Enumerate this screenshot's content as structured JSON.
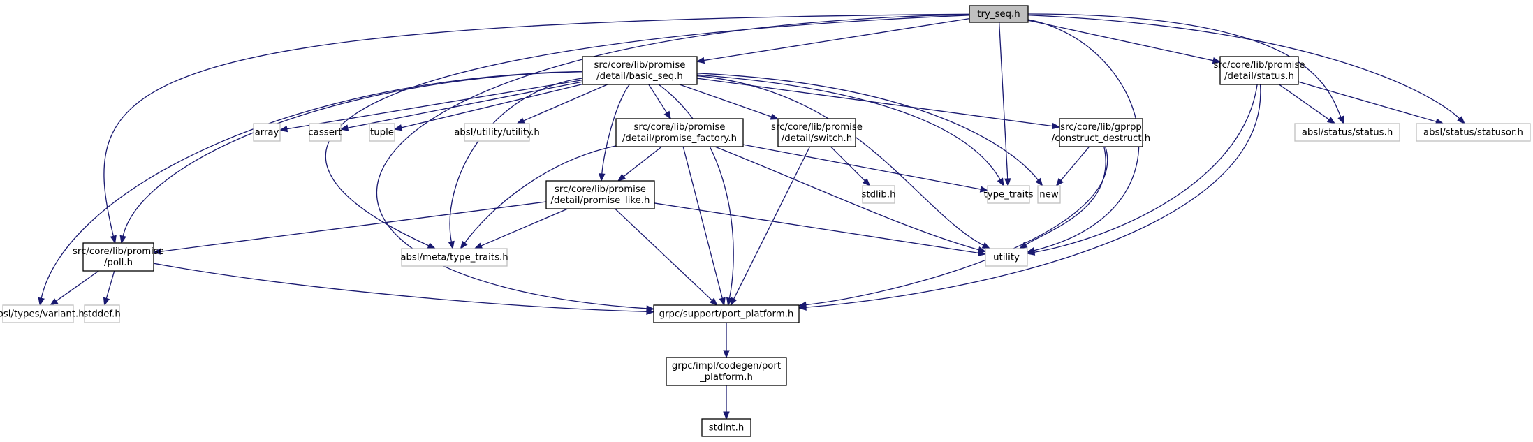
{
  "title": "try_seq.h",
  "colors": {
    "edge": "#191970",
    "root_fill": "#bfbfbf",
    "internal_border": "#000000",
    "external_border": "#bfbfbf"
  },
  "nodes": [
    {
      "id": "try_seq",
      "kind": "root",
      "lines": [
        "try_seq.h"
      ]
    },
    {
      "id": "basic_seq",
      "kind": "internal",
      "lines": [
        "src/core/lib/promise",
        "/detail/basic_seq.h"
      ]
    },
    {
      "id": "status_detail",
      "kind": "internal",
      "lines": [
        "src/core/lib/promise",
        "/detail/status.h"
      ]
    },
    {
      "id": "array",
      "kind": "external",
      "lines": [
        "array"
      ]
    },
    {
      "id": "cassert",
      "kind": "external",
      "lines": [
        "cassert"
      ]
    },
    {
      "id": "tuple",
      "kind": "external",
      "lines": [
        "tuple"
      ]
    },
    {
      "id": "absl_utility",
      "kind": "external",
      "lines": [
        "absl/utility/utility.h"
      ]
    },
    {
      "id": "promise_factory",
      "kind": "internal",
      "lines": [
        "src/core/lib/promise",
        "/detail/promise_factory.h"
      ]
    },
    {
      "id": "switch",
      "kind": "internal",
      "lines": [
        "src/core/lib/promise",
        "/detail/switch.h"
      ]
    },
    {
      "id": "construct_destruct",
      "kind": "internal",
      "lines": [
        "src/core/lib/gprpp",
        "/construct_destruct.h"
      ]
    },
    {
      "id": "absl_status",
      "kind": "external",
      "lines": [
        "absl/status/status.h"
      ]
    },
    {
      "id": "absl_statusor",
      "kind": "external",
      "lines": [
        "absl/status/statusor.h"
      ]
    },
    {
      "id": "stdlib",
      "kind": "external",
      "lines": [
        "stdlib.h"
      ]
    },
    {
      "id": "type_traits",
      "kind": "external",
      "lines": [
        "type_traits"
      ]
    },
    {
      "id": "new",
      "kind": "external",
      "lines": [
        "new"
      ]
    },
    {
      "id": "promise_like",
      "kind": "internal",
      "lines": [
        "src/core/lib/promise",
        "/detail/promise_like.h"
      ]
    },
    {
      "id": "poll",
      "kind": "internal",
      "lines": [
        "src/core/lib/promise",
        "/poll.h"
      ]
    },
    {
      "id": "absl_meta_type_traits",
      "kind": "external",
      "lines": [
        "absl/meta/type_traits.h"
      ]
    },
    {
      "id": "utility",
      "kind": "external",
      "lines": [
        "utility"
      ]
    },
    {
      "id": "absl_variant",
      "kind": "external",
      "lines": [
        "absl/types/variant.h"
      ]
    },
    {
      "id": "stddef",
      "kind": "external",
      "lines": [
        "stddef.h"
      ]
    },
    {
      "id": "port_platform",
      "kind": "internal",
      "lines": [
        "grpc/support/port_platform.h"
      ]
    },
    {
      "id": "codegen_port_platform",
      "kind": "internal",
      "lines": [
        "grpc/impl/codegen/port",
        "_platform.h"
      ]
    },
    {
      "id": "stdint",
      "kind": "internal",
      "lines": [
        "stdint.h"
      ]
    }
  ],
  "edges": [
    {
      "from": "try_seq",
      "to": "basic_seq"
    },
    {
      "from": "try_seq",
      "to": "status_detail"
    },
    {
      "from": "try_seq",
      "to": "poll"
    },
    {
      "from": "try_seq",
      "to": "port_platform"
    },
    {
      "from": "try_seq",
      "to": "absl_meta_type_traits"
    },
    {
      "from": "try_seq",
      "to": "type_traits"
    },
    {
      "from": "try_seq",
      "to": "utility"
    },
    {
      "from": "try_seq",
      "to": "absl_status"
    },
    {
      "from": "try_seq",
      "to": "absl_statusor"
    },
    {
      "from": "basic_seq",
      "to": "array"
    },
    {
      "from": "basic_seq",
      "to": "cassert"
    },
    {
      "from": "basic_seq",
      "to": "tuple"
    },
    {
      "from": "basic_seq",
      "to": "absl_utility"
    },
    {
      "from": "basic_seq",
      "to": "absl_variant"
    },
    {
      "from": "basic_seq",
      "to": "poll"
    },
    {
      "from": "basic_seq",
      "to": "absl_meta_type_traits"
    },
    {
      "from": "basic_seq",
      "to": "promise_like"
    },
    {
      "from": "basic_seq",
      "to": "promise_factory"
    },
    {
      "from": "basic_seq",
      "to": "port_platform"
    },
    {
      "from": "basic_seq",
      "to": "switch"
    },
    {
      "from": "basic_seq",
      "to": "utility"
    },
    {
      "from": "basic_seq",
      "to": "type_traits"
    },
    {
      "from": "basic_seq",
      "to": "new"
    },
    {
      "from": "basic_seq",
      "to": "construct_destruct"
    },
    {
      "from": "status_detail",
      "to": "absl_status"
    },
    {
      "from": "status_detail",
      "to": "absl_statusor"
    },
    {
      "from": "status_detail",
      "to": "utility"
    },
    {
      "from": "status_detail",
      "to": "port_platform"
    },
    {
      "from": "promise_factory",
      "to": "promise_like"
    },
    {
      "from": "promise_factory",
      "to": "absl_meta_type_traits"
    },
    {
      "from": "promise_factory",
      "to": "port_platform"
    },
    {
      "from": "promise_factory",
      "to": "type_traits"
    },
    {
      "from": "promise_factory",
      "to": "utility"
    },
    {
      "from": "switch",
      "to": "stdlib"
    },
    {
      "from": "switch",
      "to": "port_platform"
    },
    {
      "from": "construct_destruct",
      "to": "new"
    },
    {
      "from": "construct_destruct",
      "to": "utility"
    },
    {
      "from": "construct_destruct",
      "to": "port_platform"
    },
    {
      "from": "promise_like",
      "to": "poll"
    },
    {
      "from": "promise_like",
      "to": "absl_meta_type_traits"
    },
    {
      "from": "promise_like",
      "to": "port_platform"
    },
    {
      "from": "promise_like",
      "to": "utility"
    },
    {
      "from": "poll",
      "to": "absl_variant"
    },
    {
      "from": "poll",
      "to": "stddef"
    },
    {
      "from": "poll",
      "to": "port_platform"
    },
    {
      "from": "port_platform",
      "to": "codegen_port_platform"
    },
    {
      "from": "codegen_port_platform",
      "to": "stdint"
    }
  ]
}
